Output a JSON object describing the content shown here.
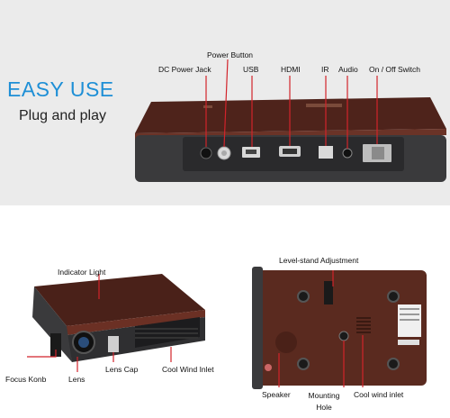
{
  "headline": {
    "title": "EASY USE",
    "subtitle": "Plug and play",
    "title_color": "#1e8fd6"
  },
  "ports": {
    "power_button": "Power Button",
    "dc_jack": "DC Power Jack",
    "usb": "USB",
    "hdmi": "HDMI",
    "ir": "IR",
    "audio": "Audio",
    "switch": "On / Off Switch"
  },
  "front": {
    "indicator": "Indicator Light",
    "focus": "Focus Konb",
    "lens": "Lens",
    "lens_cap": "Lens Cap",
    "wind_inlet": "Cool Wind Inlet"
  },
  "bottom": {
    "level_stand": "Level-stand Adjustment",
    "speaker": "Speaker",
    "mounting_hole": "Mounting Hole",
    "wind_inlet": "Cool wind inlet"
  },
  "colors": {
    "body_brown": "#5a2a1f",
    "panel_grey": "#3c3c3e",
    "callout_red": "#d2232a"
  }
}
